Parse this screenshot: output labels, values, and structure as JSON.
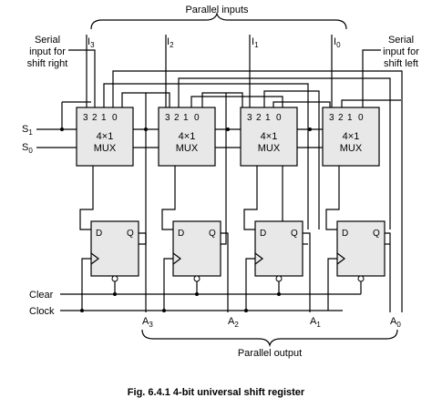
{
  "labels": {
    "parallel_inputs": "Parallel inputs",
    "parallel_output": "Parallel output",
    "serial_right": [
      "Serial",
      "input for",
      "shift right"
    ],
    "serial_left": [
      "Serial",
      "input for",
      "shift left"
    ],
    "s1": "S",
    "s1_sub": "1",
    "s0": "S",
    "s0_sub": "0",
    "clear": "Clear",
    "clock": "Clock",
    "caption": "Fig. 6.4.1 4-bit universal shift register"
  },
  "inputs": [
    {
      "name": "I",
      "sub": "3"
    },
    {
      "name": "I",
      "sub": "2"
    },
    {
      "name": "I",
      "sub": "1"
    },
    {
      "name": "I",
      "sub": "0"
    }
  ],
  "outputs": [
    {
      "name": "A",
      "sub": "3"
    },
    {
      "name": "A",
      "sub": "2"
    },
    {
      "name": "A",
      "sub": "1"
    },
    {
      "name": "A",
      "sub": "0"
    }
  ],
  "mux": {
    "pins": [
      "3",
      "2",
      "1",
      "0"
    ],
    "line1": "4×1",
    "line2": "MUX"
  },
  "ff": {
    "d": "D",
    "q": "Q"
  }
}
